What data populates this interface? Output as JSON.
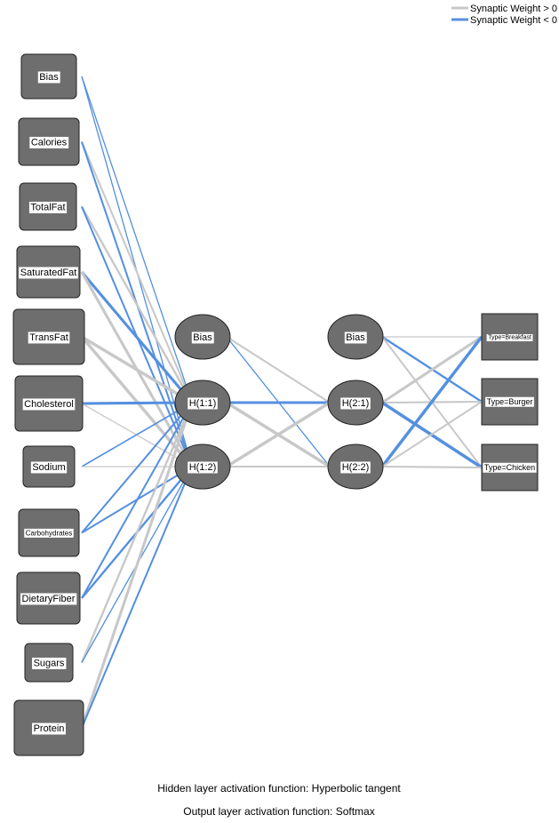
{
  "legend": {
    "positive_label": "Synaptic Weight > 0",
    "negative_label": "Synaptic Weight < 0",
    "positive_color": "#c8c8c8",
    "negative_color": "#5590e0"
  },
  "footer": {
    "hidden_activation": "Hidden layer activation function: Hyperbolic tangent",
    "output_activation": "Output layer activation function: Softmax"
  },
  "node_color": "#6e6e6e",
  "input_nodes": [
    {
      "id": "in_bias",
      "label": "Bias"
    },
    {
      "id": "in_calories",
      "label": "Calories"
    },
    {
      "id": "in_totalfat",
      "label": "TotalFat"
    },
    {
      "id": "in_satfat",
      "label": "SaturatedFat"
    },
    {
      "id": "in_transfat",
      "label": "TransFat"
    },
    {
      "id": "in_chol",
      "label": "Cholesterol"
    },
    {
      "id": "in_sodium",
      "label": "Sodium"
    },
    {
      "id": "in_carbs",
      "label": "Carbohydrates"
    },
    {
      "id": "in_fiber",
      "label": "DietaryFiber"
    },
    {
      "id": "in_sugars",
      "label": "Sugars"
    },
    {
      "id": "in_protein",
      "label": "Protein"
    }
  ],
  "hidden1_nodes": [
    {
      "id": "h1_bias",
      "label": "Bias"
    },
    {
      "id": "h11",
      "label": "H(1:1)"
    },
    {
      "id": "h12",
      "label": "H(1:2)"
    }
  ],
  "hidden2_nodes": [
    {
      "id": "h2_bias",
      "label": "Bias"
    },
    {
      "id": "h21",
      "label": "H(2:1)"
    },
    {
      "id": "h22",
      "label": "H(2:2)"
    }
  ],
  "output_nodes": [
    {
      "id": "out_breakfast",
      "label": "Type=Breakfast"
    },
    {
      "id": "out_burger",
      "label": "Type=Burger"
    },
    {
      "id": "out_chicken",
      "label": "Type=Chicken"
    }
  ],
  "connections": [
    {
      "from": "in_bias",
      "to": "h11",
      "sign": "neg",
      "weight": 0.2
    },
    {
      "from": "in_bias",
      "to": "h12",
      "sign": "neg",
      "weight": 0.2
    },
    {
      "from": "in_calories",
      "to": "h11",
      "sign": "pos",
      "weight": 0.4
    },
    {
      "from": "in_calories",
      "to": "h12",
      "sign": "neg",
      "weight": 0.4
    },
    {
      "from": "in_totalfat",
      "to": "h11",
      "sign": "pos",
      "weight": 0.5
    },
    {
      "from": "in_totalfat",
      "to": "h12",
      "sign": "neg",
      "weight": 0.4
    },
    {
      "from": "in_satfat",
      "to": "h11",
      "sign": "neg",
      "weight": 0.7
    },
    {
      "from": "in_satfat",
      "to": "h12",
      "sign": "pos",
      "weight": 0.7
    },
    {
      "from": "in_transfat",
      "to": "h11",
      "sign": "pos",
      "weight": 0.8
    },
    {
      "from": "in_transfat",
      "to": "h12",
      "sign": "pos",
      "weight": 0.8
    },
    {
      "from": "in_chol",
      "to": "h11",
      "sign": "neg",
      "weight": 0.7
    },
    {
      "from": "in_chol",
      "to": "h12",
      "sign": "pos",
      "weight": 0.2
    },
    {
      "from": "in_sodium",
      "to": "h11",
      "sign": "neg",
      "weight": 0.3
    },
    {
      "from": "in_sodium",
      "to": "h12",
      "sign": "pos",
      "weight": 0.2
    },
    {
      "from": "in_carbs",
      "to": "h11",
      "sign": "neg",
      "weight": 0.4
    },
    {
      "from": "in_carbs",
      "to": "h12",
      "sign": "neg",
      "weight": 0.4
    },
    {
      "from": "in_fiber",
      "to": "h11",
      "sign": "neg",
      "weight": 0.4
    },
    {
      "from": "in_fiber",
      "to": "h12",
      "sign": "neg",
      "weight": 0.5
    },
    {
      "from": "in_sugars",
      "to": "h11",
      "sign": "pos",
      "weight": 0.5
    },
    {
      "from": "in_sugars",
      "to": "h12",
      "sign": "neg",
      "weight": 0.2
    },
    {
      "from": "in_protein",
      "to": "h11",
      "sign": "pos",
      "weight": 0.7
    },
    {
      "from": "in_protein",
      "to": "h12",
      "sign": "neg",
      "weight": 0.4
    },
    {
      "from": "h1_bias",
      "to": "h21",
      "sign": "pos",
      "weight": 0.4
    },
    {
      "from": "h1_bias",
      "to": "h22",
      "sign": "neg",
      "weight": 0.2
    },
    {
      "from": "h11",
      "to": "h21",
      "sign": "neg",
      "weight": 0.7
    },
    {
      "from": "h11",
      "to": "h22",
      "sign": "pos",
      "weight": 0.8
    },
    {
      "from": "h12",
      "to": "h21",
      "sign": "pos",
      "weight": 0.8
    },
    {
      "from": "h12",
      "to": "h22",
      "sign": "pos",
      "weight": 0.4
    },
    {
      "from": "h2_bias",
      "to": "out_breakfast",
      "sign": "pos",
      "weight": 0.2
    },
    {
      "from": "h2_bias",
      "to": "out_burger",
      "sign": "neg",
      "weight": 0.5
    },
    {
      "from": "h2_bias",
      "to": "out_chicken",
      "sign": "pos",
      "weight": 0.4
    },
    {
      "from": "h21",
      "to": "out_breakfast",
      "sign": "pos",
      "weight": 0.7
    },
    {
      "from": "h21",
      "to": "out_burger",
      "sign": "pos",
      "weight": 0.4
    },
    {
      "from": "h21",
      "to": "out_chicken",
      "sign": "neg",
      "weight": 0.8
    },
    {
      "from": "h22",
      "to": "out_breakfast",
      "sign": "neg",
      "weight": 0.8
    },
    {
      "from": "h22",
      "to": "out_burger",
      "sign": "pos",
      "weight": 0.4
    },
    {
      "from": "h22",
      "to": "out_chicken",
      "sign": "pos",
      "weight": 0.4
    }
  ]
}
